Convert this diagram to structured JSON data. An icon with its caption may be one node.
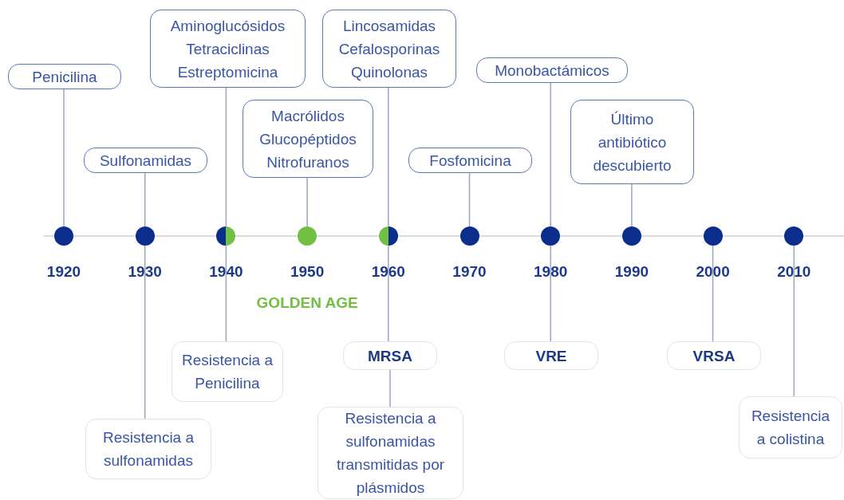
{
  "diagram": {
    "nodes": [
      {
        "text": [
          "Penicilina"
        ]
      },
      {
        "text": [
          "Sulfonamidas"
        ]
      },
      {
        "text": [
          "Aminoglucósidos Tetraciclinas Estreptomicina"
        ]
      },
      {
        "text": [
          "Macrólidos Glucopéptidos Nitrofuranos"
        ]
      },
      {
        "text": [
          "Lincosamidas Cefalosporinas Quinolonas"
        ]
      },
      {
        "text": [
          "Fosfomicina"
        ]
      },
      {
        "text": [
          "Monobactámicos"
        ]
      },
      {
        "text": [
          "Último antibiótico descubierto"
        ]
      },
      {
        "text": [],
        "shape": "circle",
        "beside": [
          "1920"
        ]
      },
      {
        "text": [],
        "shape": "circle",
        "beside": [
          "1930"
        ]
      },
      {
        "text": [],
        "shape": "circle",
        "beside": [
          "1940"
        ]
      },
      {
        "text": [],
        "shape": "circle",
        "beside": [
          "1950"
        ]
      },
      {
        "text": [],
        "shape": "circle",
        "beside": [
          "1960"
        ]
      },
      {
        "text": [],
        "shape": "circle",
        "beside": [
          "1970"
        ]
      },
      {
        "text": [],
        "shape": "circle",
        "beside": [
          "1980"
        ]
      },
      {
        "text": [],
        "shape": "circle",
        "beside": [
          "1990"
        ]
      },
      {
        "text": [],
        "shape": "circle",
        "beside": [
          "2000"
        ]
      },
      {
        "text": [],
        "shape": "circle",
        "beside": [
          "2010"
        ]
      },
      {
        "text": [
          "Resistencia a Penicilina"
        ]
      },
      {
        "text": [
          "MRSA"
        ]
      },
      {
        "text": [
          "VRE"
        ]
      },
      {
        "text": [
          "VRSA"
        ]
      },
      {
        "text": [
          "Resistencia a sulfonamidas"
        ]
      },
      {
        "text": [
          "Resistencia a colistina"
        ]
      },
      {
        "text": [
          "Resistencia a sulfonamidas transmitidas por plásmidos"
        ]
      }
    ],
    "edges": [
      {
        "from": 0,
        "to": 8,
        "arrow": "none"
      },
      {
        "from": 1,
        "to": 9,
        "arrow": "none"
      },
      {
        "from": 2,
        "to": 10,
        "arrow": "none"
      },
      {
        "from": 3,
        "to": 11,
        "arrow": "none"
      },
      {
        "from": 4,
        "to": 12,
        "arrow": "none"
      },
      {
        "from": 5,
        "to": 13,
        "arrow": "none"
      },
      {
        "from": 6,
        "to": 14,
        "arrow": "none"
      },
      {
        "from": 7,
        "to": 15,
        "arrow": "none"
      },
      {
        "from": 9,
        "to": 22,
        "arrow": "none"
      },
      {
        "from": 10,
        "to": 18,
        "arrow": "none"
      },
      {
        "from": 12,
        "to": 19,
        "arrow": "none"
      },
      {
        "from": 19,
        "to": 24,
        "arrow": "none"
      },
      {
        "from": 14,
        "to": 20,
        "arrow": "none"
      },
      {
        "from": 16,
        "to": 21,
        "arrow": "none"
      },
      {
        "from": 17,
        "to": 23,
        "arrow": "none"
      }
    ],
    "labels": [
      "GOLDEN AGE"
    ]
  }
}
